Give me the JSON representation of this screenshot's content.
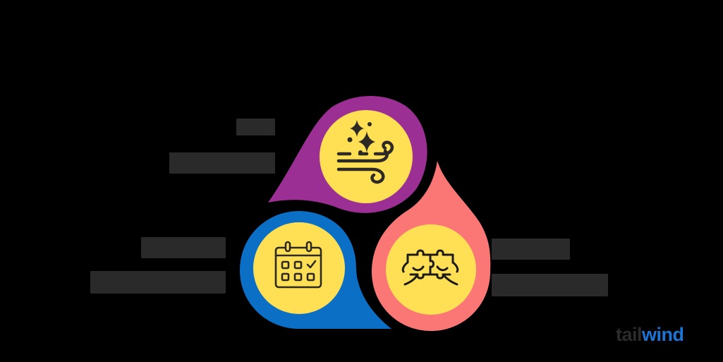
{
  "diagram": {
    "background": "#000000",
    "nodes": [
      {
        "id": "top",
        "color": "#9b2f93",
        "inner_color": "#ffe055",
        "icon": "wind-sparkles-icon",
        "label_lines": [
          "███",
          "█████████"
        ],
        "label_redacted": true
      },
      {
        "id": "left",
        "color": "#0b6fc6",
        "inner_color": "#ffe055",
        "icon": "calendar-check-icon",
        "label_lines": [
          "███████",
          "███████████"
        ],
        "label_redacted": true
      },
      {
        "id": "right",
        "color": "#fb7775",
        "inner_color": "#ffe055",
        "icon": "puzzle-hands-icon",
        "label_lines": [
          "██████",
          "█████████"
        ],
        "label_redacted": true
      }
    ],
    "label_color": "#2a2a2a"
  },
  "logo": {
    "part1": "tail",
    "part2": "wind",
    "part1_color": "#2b2b2b",
    "part2_color": "#1c74d6"
  }
}
